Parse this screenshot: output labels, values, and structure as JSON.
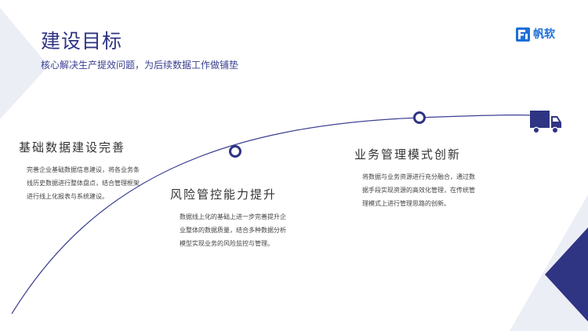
{
  "header": {
    "title": "建设目标",
    "subtitle": "核心解决生产提效问题，为后续数据工作做铺垫"
  },
  "logo": {
    "text": "帆软",
    "color": "#1e6fd9"
  },
  "theme": {
    "accent": "#2f3483",
    "shape_light": "#eceef6",
    "text_dark": "#333333"
  },
  "milestones": [
    {
      "title": "基础数据建设完善",
      "description": "完善企业基础数据信息建设，将各业务条线历史数据进行整体盘点，结合管理框架进行线上化报表与系统建设。"
    },
    {
      "title": "风险管控能力提升",
      "description": "数据线上化的基础上进一步完善提升企业整体的数据质量，结合多种数据分析模型实现业务的风险监控与管理。"
    },
    {
      "title": "业务管理模式创新",
      "description": "将数据与业务资源进行充分融合，通过数据手段实现资源的高效化管理，在传统管理模式上进行管理思路的创新。"
    }
  ],
  "icons": {
    "truck": "truck-icon",
    "logo": "fanruan-logo-icon"
  }
}
